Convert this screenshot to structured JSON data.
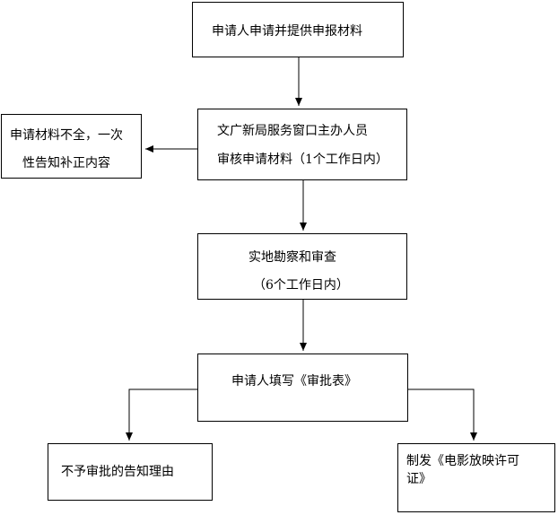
{
  "nodes": {
    "apply": {
      "text": "申请人申请并提供申报材料"
    },
    "review": {
      "line1": "文广新局服务窗口主办人员",
      "line2": "审核申请材料（1个工作日内）"
    },
    "incomplete": {
      "line1": "申请材料不全，一次",
      "line2": "性告知补正内容"
    },
    "inspect": {
      "line1": "实地勘察和审查",
      "line2": "（6个工作日内）"
    },
    "form": {
      "text": "申请人填写《审批表》"
    },
    "reject": {
      "text": "不予审批的告知理由"
    },
    "issue": {
      "line1": "制发《电影放映许可",
      "line2": "证》"
    }
  }
}
